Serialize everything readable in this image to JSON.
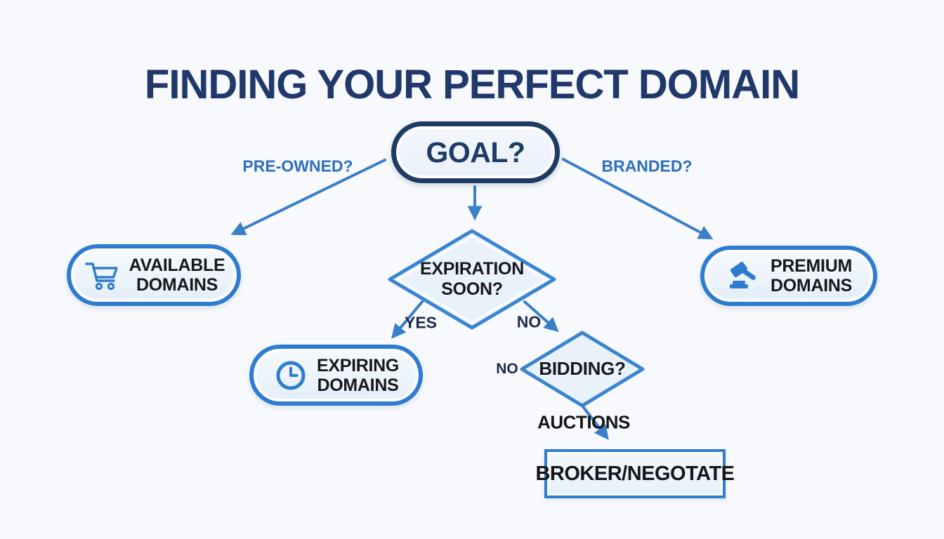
{
  "title": "FINDING YOUR PERFECT DOMAIN",
  "colors": {
    "background": "#f7f9fc",
    "title": "#21386b",
    "arrow": "#3a7fc7",
    "node_border_blue": "#2e7cd0",
    "goal_border_navy": "#1e3c62",
    "node_fill": "#e9f1fb",
    "edge_label_blue": "#2d6fbd",
    "edge_label_dark": "#1d2b4d",
    "node_text": "#17181c"
  },
  "nodes": {
    "goal": {
      "label": "GOAL?",
      "shape": "pill"
    },
    "available": {
      "line1": "AVAILABLE",
      "line2": "DOMAINS",
      "icon": "shopping-cart-icon",
      "shape": "pill"
    },
    "expiration": {
      "line1": "EXPIRATION",
      "line2": "SOON?",
      "shape": "diamond"
    },
    "premium": {
      "line1": "PREMIUM",
      "line2": "DOMAINS",
      "icon": "gavel-icon",
      "shape": "pill"
    },
    "expiring": {
      "line1": "EXPIRING",
      "line2": "DOMAINS",
      "icon": "clock-icon",
      "shape": "pill"
    },
    "bidding": {
      "label": "BIDDING?",
      "shape": "diamond"
    },
    "broker": {
      "label": "BROKER/NEGOTATE",
      "shape": "rect"
    }
  },
  "edge_labels": {
    "pre_owned": "PRE-OWNED?",
    "branded": "BRANDED?",
    "yes": "YES",
    "no_right": "NO",
    "no_left": "NO",
    "auctions": "AUCTIONS"
  }
}
